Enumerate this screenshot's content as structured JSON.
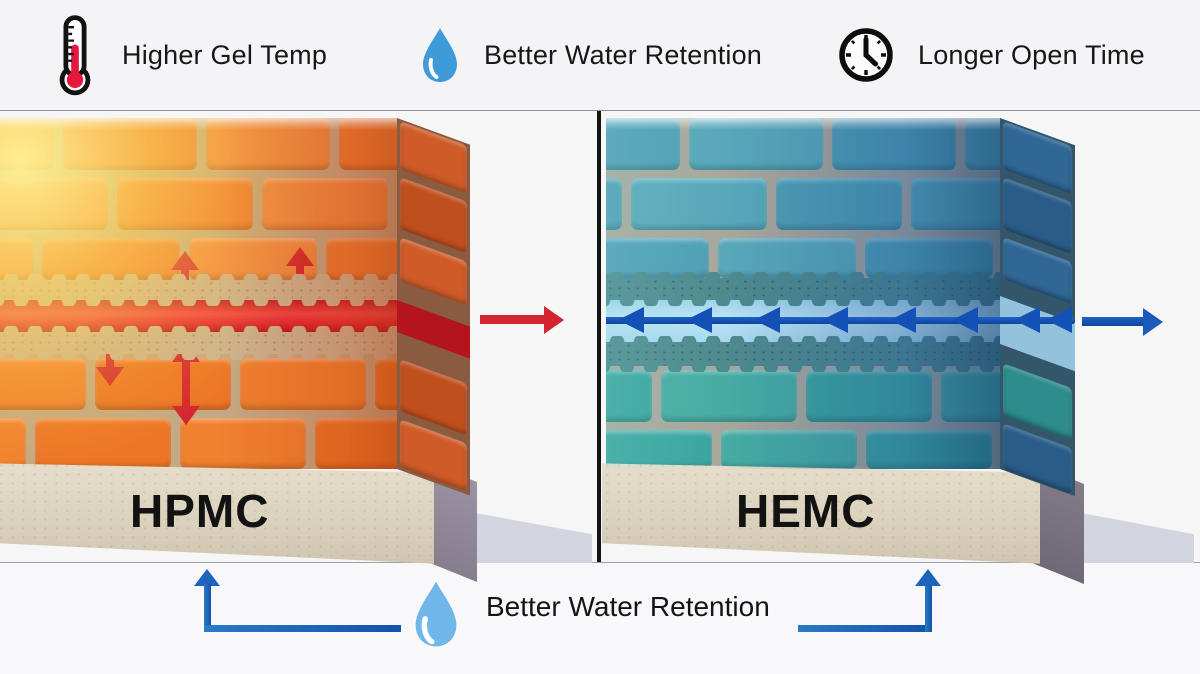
{
  "header": {
    "items": [
      {
        "icon": "thermometer-icon",
        "label": "Higher Gel Temp"
      },
      {
        "icon": "water-drop-icon",
        "label": "Better Water Retention"
      },
      {
        "icon": "clock-icon",
        "label": "Longer Open Time"
      }
    ]
  },
  "panels": {
    "left": {
      "label": "HPMC"
    },
    "right": {
      "label": "HEMC"
    }
  },
  "footer": {
    "icon": "water-drop-icon",
    "label": "Better Water Retention"
  },
  "colors": {
    "accent_red": "#d42430",
    "accent_blue": "#1a5ab8",
    "brick_warm": "#f08a42",
    "brick_cool": "#4f9fb5",
    "hot_band": "#e42832",
    "cool_band": "#aedcf2",
    "mortar_warm": "#cbb493",
    "mortar_cool": "#4e8a8e",
    "concrete_base": "#dcd3bf",
    "divider": "#141414"
  }
}
